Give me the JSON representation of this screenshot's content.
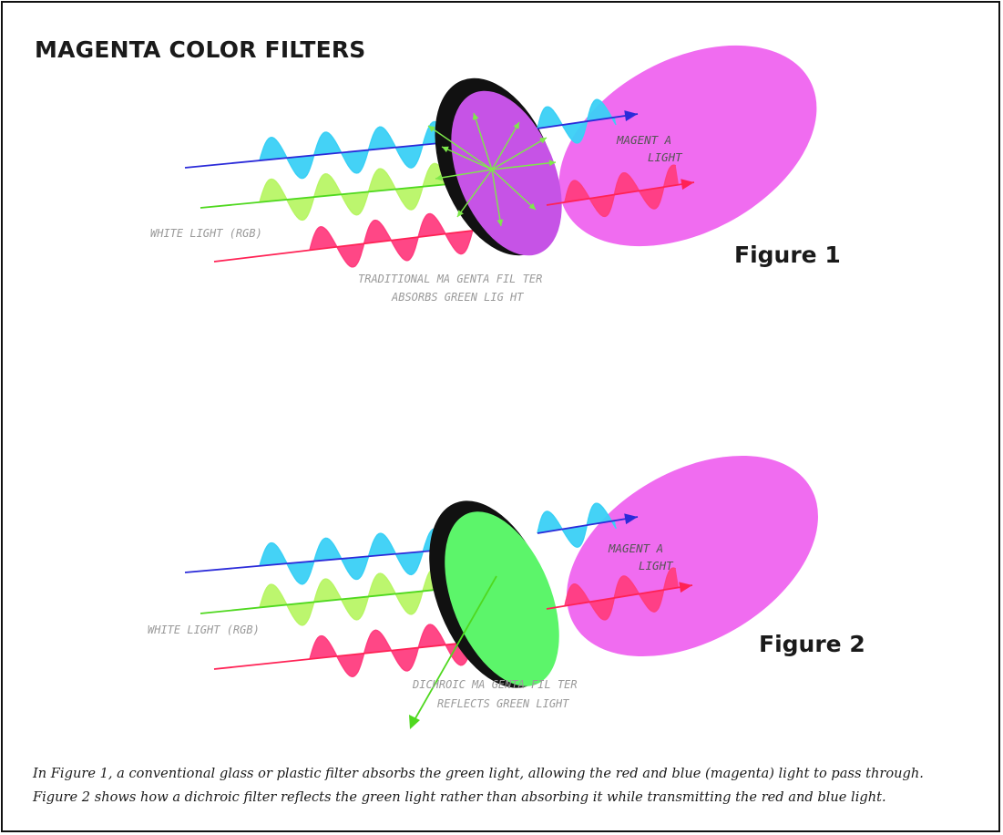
{
  "title": "MAGENTA COLOR FILTERS",
  "figure1": {
    "label": "Figure 1",
    "input_label": "WHITE LIGHT (RGB)",
    "filter_label_line1": "TRADITIONAL MA   GENTA FIL TER",
    "filter_label_line2": "ABSORBS GREEN LIG   HT",
    "output_label_line1": "MAGENT   A",
    "output_label_line2": "LIGHT",
    "filter_color": "#c653e6"
  },
  "figure2": {
    "label": "Figure 2",
    "input_label": "WHITE LIGHT (RGB)",
    "filter_label_line1": "DICHROIC MA   GENTA FIL TER",
    "filter_label_line2": "REFLECTS GREEN LIGHT",
    "output_label_line1": "MAGENT   A",
    "output_label_line2": "LIGHT",
    "filter_color": "#5cf56a"
  },
  "colors": {
    "blue_wave": "#3ad0f5",
    "green_wave": "#b8f566",
    "red_wave": "#ff3d7f",
    "magenta_light": "#f06cf0",
    "blue_line": "#2b2bd9",
    "green_line": "#4fd81f",
    "red_line": "#ff2255"
  },
  "caption": {
    "line1": "In Figure 1, a conventional glass or plastic filter absorbs the green light, allowing the red and blue (magenta) light to pass through.",
    "line2": "Figure 2 shows how a dichroic filter reflects the green light rather than absorbing it while transmitting the red and blue light."
  }
}
